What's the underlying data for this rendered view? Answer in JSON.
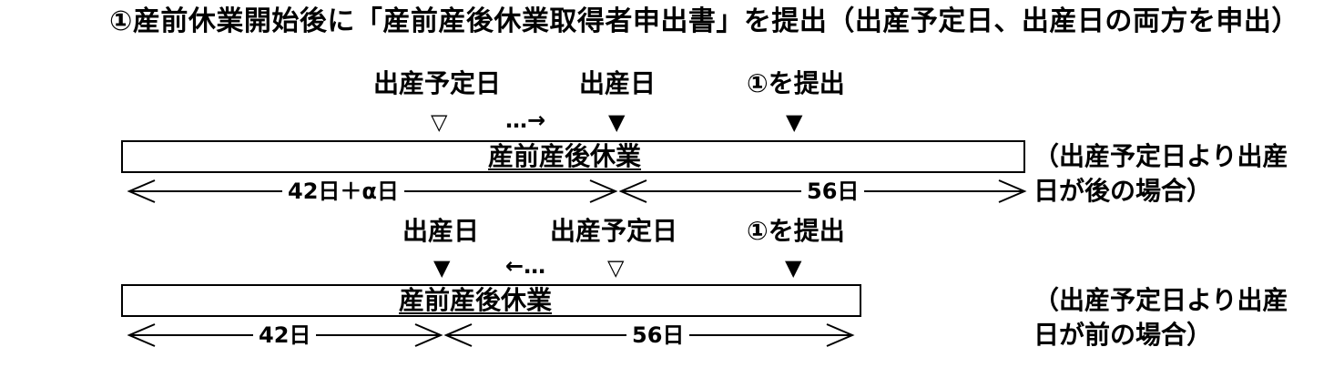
{
  "title": "①産前休業開始後に「産前産後休業取得者申出書」を提出（出産予定日、出産日の両方を申出）",
  "case_later": {
    "labels": {
      "due_date": "出産予定日",
      "birth_date": "出産日",
      "submit": "①を提出"
    },
    "marks": {
      "due": "▽",
      "arrow": "…→",
      "birth": "▼",
      "submit": "▼"
    },
    "bar_label": "産前産後休業",
    "pre_duration": "42日＋α日",
    "post_duration": "56日",
    "note_line1": "（出産予定日より出産",
    "note_line2": "日が後の場合）"
  },
  "case_earlier": {
    "labels": {
      "birth_date": "出産日",
      "due_date": "出産予定日",
      "submit": "①を提出"
    },
    "marks": {
      "birth": "▼",
      "arrow": "←…",
      "due": "▽",
      "submit": "▼"
    },
    "bar_label": "産前産後休業",
    "pre_duration": "42日",
    "post_duration": "56日",
    "note_line1": "（出産予定日より出産",
    "note_line2": "日が前の場合）"
  }
}
